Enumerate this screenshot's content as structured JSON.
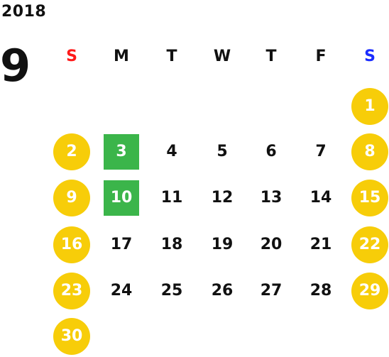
{
  "calendar": {
    "year": "2018",
    "month": "9",
    "weekdays": [
      {
        "label": "S",
        "color": "#ff1a1a"
      },
      {
        "label": "M",
        "color": "#111111"
      },
      {
        "label": "T",
        "color": "#111111"
      },
      {
        "label": "W",
        "color": "#111111"
      },
      {
        "label": "T",
        "color": "#111111"
      },
      {
        "label": "F",
        "color": "#111111"
      },
      {
        "label": "S",
        "color": "#1a2cff"
      }
    ],
    "colors": {
      "holiday": "#f7cd09",
      "selected": "#3bb54a"
    },
    "weeks": [
      [
        {
          "day": ""
        },
        {
          "day": ""
        },
        {
          "day": ""
        },
        {
          "day": ""
        },
        {
          "day": ""
        },
        {
          "day": ""
        },
        {
          "day": "1",
          "style": "holiday"
        }
      ],
      [
        {
          "day": "2",
          "style": "holiday"
        },
        {
          "day": "3",
          "style": "selected"
        },
        {
          "day": "4"
        },
        {
          "day": "5"
        },
        {
          "day": "6"
        },
        {
          "day": "7"
        },
        {
          "day": "8",
          "style": "holiday"
        }
      ],
      [
        {
          "day": "9",
          "style": "holiday"
        },
        {
          "day": "10",
          "style": "selected"
        },
        {
          "day": "11"
        },
        {
          "day": "12"
        },
        {
          "day": "13"
        },
        {
          "day": "14"
        },
        {
          "day": "15",
          "style": "holiday"
        }
      ],
      [
        {
          "day": "16",
          "style": "holiday"
        },
        {
          "day": "17"
        },
        {
          "day": "18"
        },
        {
          "day": "19"
        },
        {
          "day": "20"
        },
        {
          "day": "21"
        },
        {
          "day": "22",
          "style": "holiday"
        }
      ],
      [
        {
          "day": "23",
          "style": "holiday"
        },
        {
          "day": "24"
        },
        {
          "day": "25"
        },
        {
          "day": "26"
        },
        {
          "day": "27"
        },
        {
          "day": "28"
        },
        {
          "day": "29",
          "style": "holiday"
        }
      ],
      [
        {
          "day": "30",
          "style": "holiday"
        },
        {
          "day": ""
        },
        {
          "day": ""
        },
        {
          "day": ""
        },
        {
          "day": ""
        },
        {
          "day": ""
        },
        {
          "day": ""
        }
      ]
    ]
  }
}
